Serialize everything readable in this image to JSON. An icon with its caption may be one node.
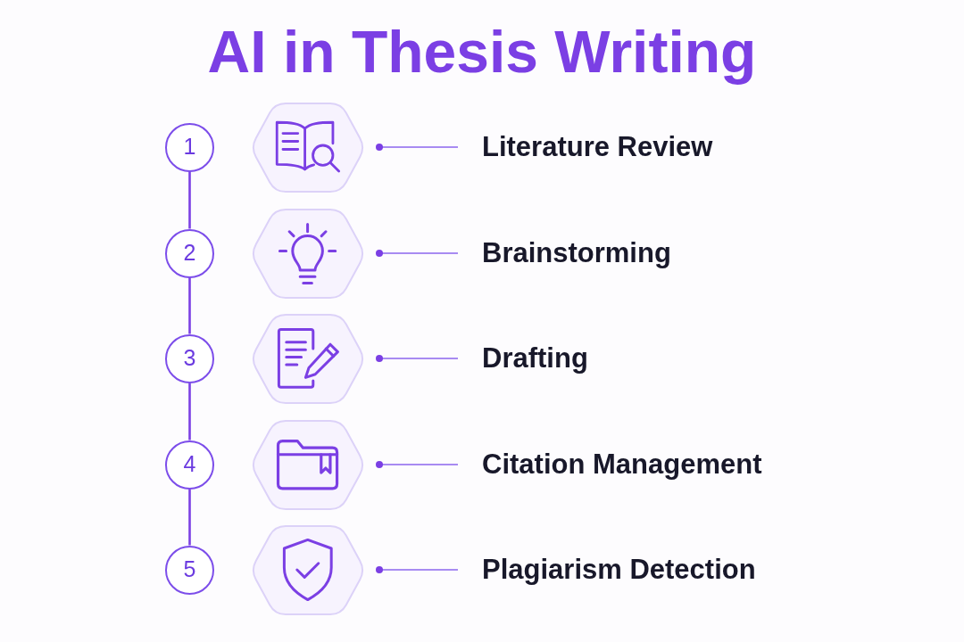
{
  "diagram": {
    "title": "AI in Thesis Writing",
    "nodes": [
      {
        "text": [
          "1"
        ]
      },
      {
        "text": [],
        "shape": "hexagon"
      },
      {
        "text": [
          "Literature Review"
        ]
      },
      {
        "text": [
          "2"
        ]
      },
      {
        "text": [],
        "shape": "hexagon"
      },
      {
        "text": [
          "Brainstorming"
        ]
      },
      {
        "text": [
          "3"
        ]
      },
      {
        "text": [],
        "shape": "hexagon"
      },
      {
        "text": [
          "Drafting"
        ]
      },
      {
        "text": [
          "4"
        ]
      },
      {
        "text": [],
        "shape": "hexagon"
      },
      {
        "text": [
          "Citation Management"
        ]
      },
      {
        "text": [
          "5"
        ]
      },
      {
        "text": [],
        "shape": "hexagon"
      },
      {
        "text": [
          "Plagiarism Detection"
        ]
      }
    ],
    "edges": [
      {
        "from": 1,
        "to": 2,
        "arrow": "other"
      },
      {
        "from": 4,
        "to": 5,
        "arrow": "other"
      },
      {
        "from": 7,
        "to": 8,
        "arrow": "other"
      },
      {
        "from": 10,
        "to": 11,
        "arrow": "other"
      },
      {
        "from": 13,
        "to": 14,
        "arrow": "other"
      },
      {
        "from": 0,
        "to": 3,
        "arrow": "none"
      },
      {
        "from": 3,
        "to": 6,
        "arrow": "none"
      },
      {
        "from": 6,
        "to": 9,
        "arrow": "none"
      },
      {
        "from": 9,
        "to": 12,
        "arrow": "none"
      }
    ]
  }
}
